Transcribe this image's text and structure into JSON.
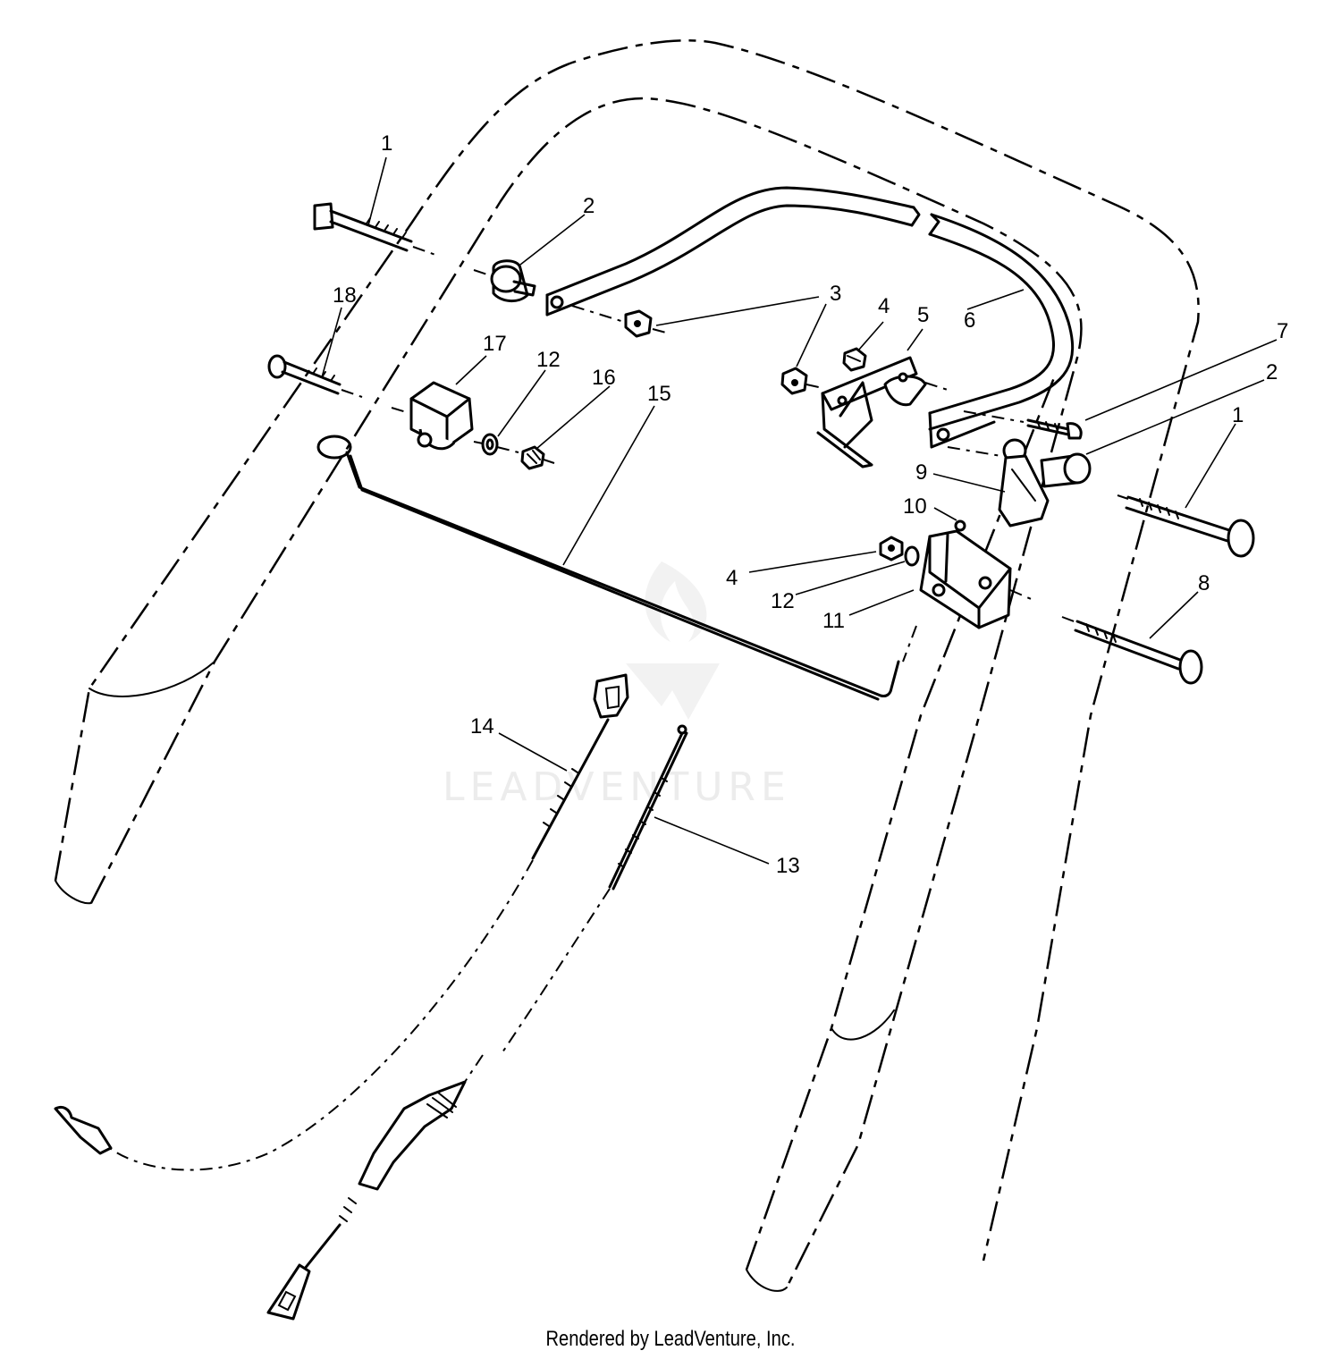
{
  "diagram": {
    "callouts": {
      "c1_top": "1",
      "c1_right": "1",
      "c2_top": "2",
      "c2_right": "2",
      "c3": "3",
      "c4_top": "4",
      "c4_mid": "4",
      "c5": "5",
      "c6": "6",
      "c7": "7",
      "c8": "8",
      "c9": "9",
      "c10": "10",
      "c11": "11",
      "c12_left": "12",
      "c12_right": "12",
      "c13": "13",
      "c14": "14",
      "c15": "15",
      "c16": "16",
      "c17": "17",
      "c18": "18"
    },
    "watermark": "LEADVENTURE",
    "footer": "Rendered by LeadVenture, Inc."
  }
}
